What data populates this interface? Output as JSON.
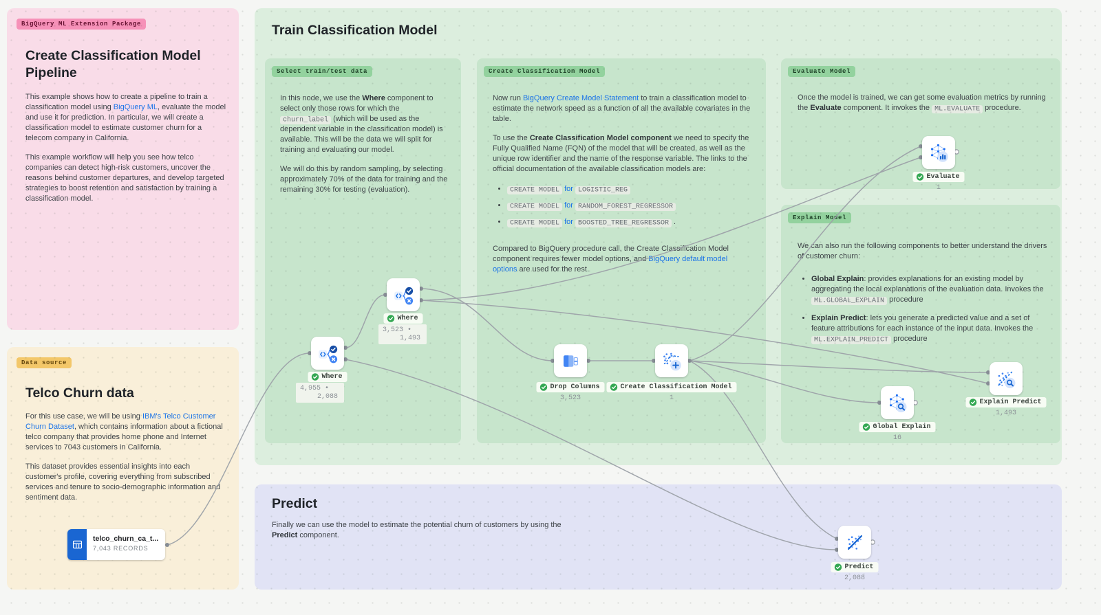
{
  "colors": {
    "link_accent": "#1a73e8",
    "success_green": "#34a853",
    "wire_gray": "#9da2a9",
    "panel_pink": "#f9dce8",
    "panel_yellow": "#f9efd9",
    "panel_green_outer": "#dceede",
    "panel_green_inner": "#c7e5cc",
    "panel_lavender": "#e1e3f5",
    "source_blue": "#1a66d2"
  },
  "package_panel": {
    "tag": "BigQuery ML Extension Package",
    "title": "Create Classification Model Pipeline",
    "p1": [
      [
        "t",
        "This example shows how to create a pipeline to train a classification model using "
      ],
      [
        "l",
        "BigQuery ML"
      ],
      [
        "t",
        ", evaluate the model and use it for prediction. In particular, we will create a classification model to estimate customer churn for a telecom company in California."
      ]
    ],
    "p2": [
      [
        "t",
        "This example workflow will help you see how telco companies can detect high-risk customers, uncover the reasons behind customer departures, and develop targeted strategies to boost retention and satisfaction by training a classification model."
      ]
    ]
  },
  "datasource_panel": {
    "tag": "Data source",
    "title": "Telco Churn data",
    "p1": [
      [
        "t",
        "For this use case, we will be using "
      ],
      [
        "l",
        "IBM's Telco Customer Churn Dataset"
      ],
      [
        "t",
        ", which contains information about a fictional telco company that provides home phone and Internet services to 7043 customers in California."
      ]
    ],
    "p2": [
      [
        "t",
        "This dataset provides essential insights into each customer's profile, covering everything from subscribed services and tenure to socio-demographic information and sentiment data."
      ]
    ]
  },
  "train_panel": {
    "title": "Train Classification Model",
    "select": {
      "tag": "Select train/test data",
      "p1": [
        [
          "t",
          "In this node, we use the "
        ],
        [
          "b",
          "Where"
        ],
        [
          "t",
          " component to select only those rows for which the "
        ],
        [
          "c",
          "churn_label"
        ],
        [
          "t",
          " (which will be used as the dependent variable in the classification model) is available. This will be the data we will split for training and evaluating our model."
        ]
      ],
      "p2": [
        [
          "t",
          "We will do this by random sampling, by selecting approximately 70% of the data for training and the remaining 30% for testing (evaluation)."
        ]
      ]
    },
    "create": {
      "tag": "Create Classification Model",
      "p1": [
        [
          "t",
          "Now run "
        ],
        [
          "l",
          "BigQuery Create Model Statement"
        ],
        [
          "t",
          " to train a classification model to estimate the network speed as a function of all the available covariates in the table."
        ]
      ],
      "p2": [
        [
          "t",
          "To use the "
        ],
        [
          "b",
          "Create Classification Model component"
        ],
        [
          "t",
          " we need to specify the Fully Qualified Name (FQN) of the model that will be created, as well as the unique row identifier and the name of the response variable. The links to the official documentation of the available classification models are:"
        ]
      ],
      "bullets": [
        [
          [
            "c",
            "CREATE MODEL"
          ],
          [
            "k",
            " for "
          ],
          [
            "c",
            "LOGISTIC_REG"
          ]
        ],
        [
          [
            "c",
            "CREATE MODEL"
          ],
          [
            "k",
            " for "
          ],
          [
            "c",
            "RANDOM_FOREST_REGRESSOR"
          ]
        ],
        [
          [
            "c",
            "CREATE MODEL"
          ],
          [
            "k",
            " for "
          ],
          [
            "c",
            "BOOSTED_TREE_REGRESSOR"
          ],
          [
            "t",
            " ."
          ]
        ]
      ],
      "p3": [
        [
          "t",
          "Compared to BigQuery procedure call, the Create Classification Model component requires fewer model options, and "
        ],
        [
          "l",
          "BigQuery default model options"
        ],
        [
          "t",
          " are used for the rest."
        ]
      ]
    },
    "evaluate": {
      "tag": "Evaluate Model",
      "p1": [
        [
          "t",
          "Once the model is trained, we can get some evaluation metrics by running the "
        ],
        [
          "b",
          "Evaluate"
        ],
        [
          "t",
          " component. It invokes the "
        ],
        [
          "c",
          "ML.EVALUATE"
        ],
        [
          "t",
          " procedure."
        ]
      ]
    },
    "explain": {
      "tag": "Explain Model",
      "intro": [
        [
          "t",
          "We can also run the following components to better understand the drivers of customer churn:"
        ]
      ],
      "bullets": [
        [
          [
            "b",
            "Global Explain"
          ],
          [
            "t",
            ": provides explanations for an existing model by aggregating the local explanations of the evaluation data. Invokes the "
          ],
          [
            "c",
            "ML.GLOBAL_EXPLAIN"
          ],
          [
            "t",
            " procedure"
          ]
        ],
        [
          [
            "b",
            "Explain Predict"
          ],
          [
            "t",
            ": lets you generate a predicted value and a set of feature attributions for each instance of the input data. Invokes the "
          ],
          [
            "c",
            "ML.EXPLAIN_PREDICT"
          ],
          [
            "t",
            " procedure"
          ]
        ]
      ]
    }
  },
  "predict_panel": {
    "title": "Predict",
    "p1": [
      [
        "t",
        "Finally we can use the model to estimate the potential churn of customers by using the "
      ],
      [
        "b",
        "Predict"
      ],
      [
        "t",
        " component."
      ]
    ]
  },
  "nodes": {
    "source": {
      "title": "telco_churn_ca_t...",
      "records": "7,043 RECORDS"
    },
    "where1": {
      "label": "Where",
      "stat_top": "4,955 •",
      "stat_bottom": "2,088"
    },
    "where2": {
      "label": "Where",
      "stat_top": "3,523 •",
      "stat_bottom": "1,493"
    },
    "drop_columns": {
      "label": "Drop Columns",
      "count": "3,523"
    },
    "create_model": {
      "label": "Create Classification Model",
      "count": "1"
    },
    "evaluate": {
      "label": "Evaluate",
      "count": "1"
    },
    "global_explain": {
      "label": "Global Explain",
      "count": "16"
    },
    "explain_predict": {
      "label": "Explain Predict",
      "count": "1,493"
    },
    "predict": {
      "label": "Predict",
      "count": "2,088"
    }
  }
}
